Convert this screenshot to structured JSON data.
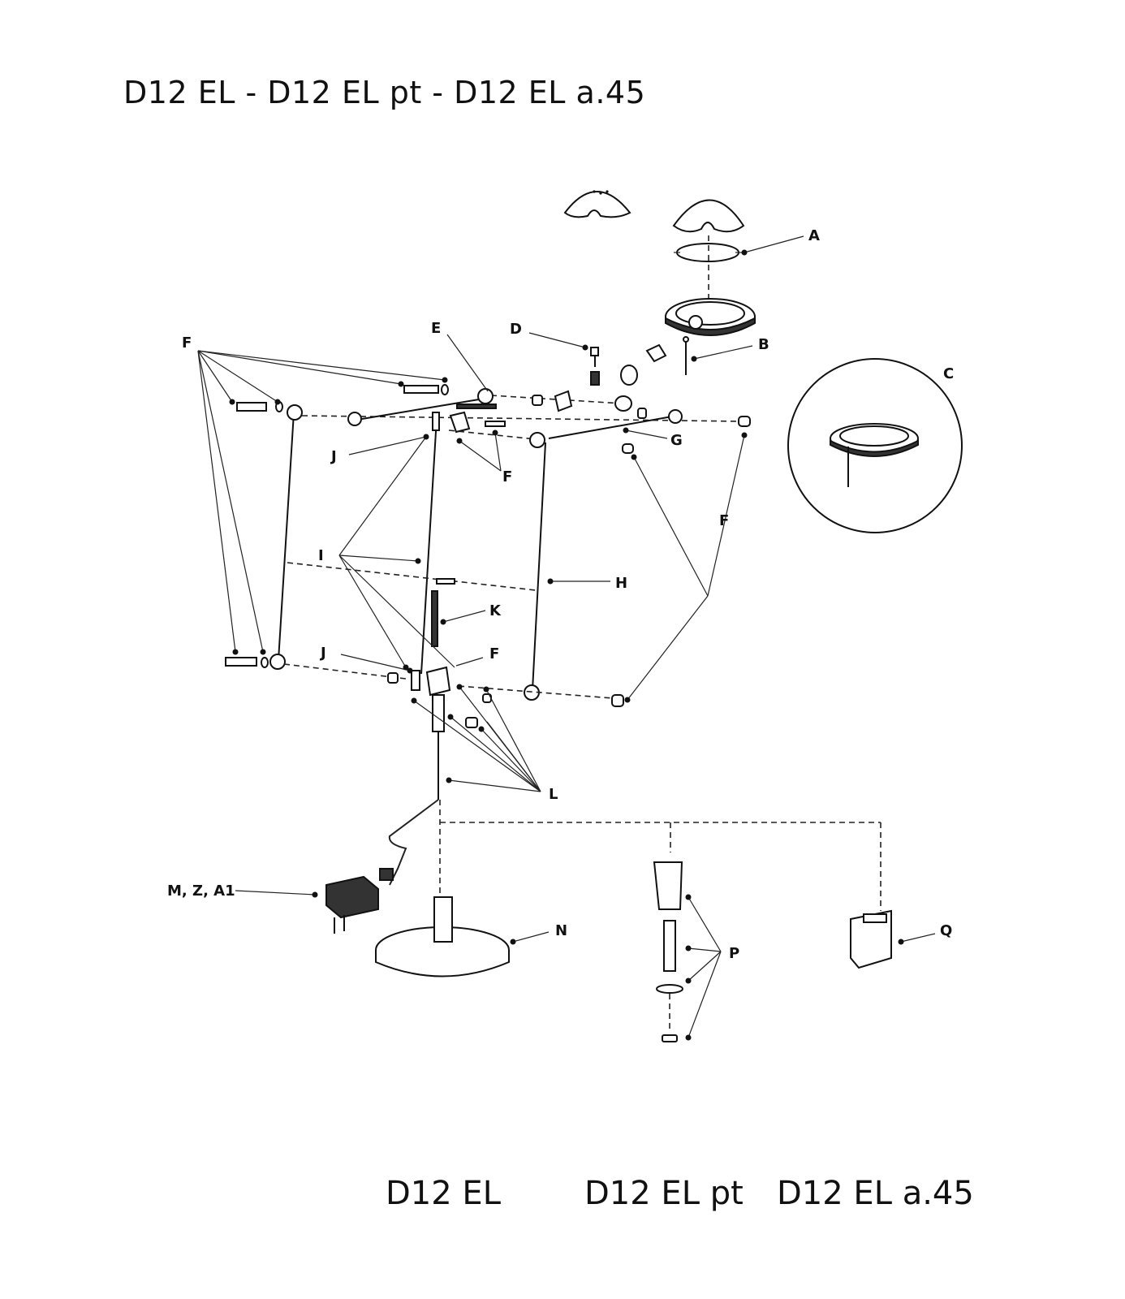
{
  "title": "D12 EL - D12 EL pt - D12 EL a.45",
  "variants": [
    "D12 EL",
    "D12 EL pt",
    "D12 EL a.45"
  ],
  "callouts": {
    "A": "A",
    "B": "B",
    "C": "C",
    "D": "D",
    "E": "E",
    "F1": "F",
    "F2": "F",
    "F3": "F",
    "F4": "F",
    "G": "G",
    "H": "H",
    "I": "I",
    "J1": "J",
    "J2": "J",
    "K": "K",
    "L": "L",
    "MZA1": "M, Z, A1",
    "N": "N",
    "P": "P",
    "Q": "Q"
  }
}
